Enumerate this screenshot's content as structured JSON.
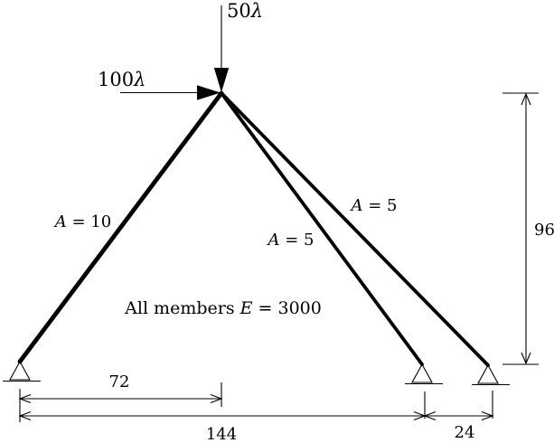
{
  "figure": {
    "background": "#ffffff",
    "ink": "#000000",
    "loads": {
      "vertical": {
        "value": "50",
        "symbol": "λ"
      },
      "horizontal": {
        "value": "100",
        "symbol": "λ"
      }
    },
    "members": {
      "left": {
        "var": "A",
        "rest": " = 10"
      },
      "middle": {
        "var": "A",
        "rest": " = 5"
      },
      "right": {
        "var": "A",
        "rest": " = 5"
      }
    },
    "note": {
      "prefix": "All members ",
      "var": "E",
      "rest": " = 3000"
    },
    "dimensions": {
      "span_left": "72",
      "span_main": "144",
      "span_right": "24",
      "height": "96"
    }
  }
}
